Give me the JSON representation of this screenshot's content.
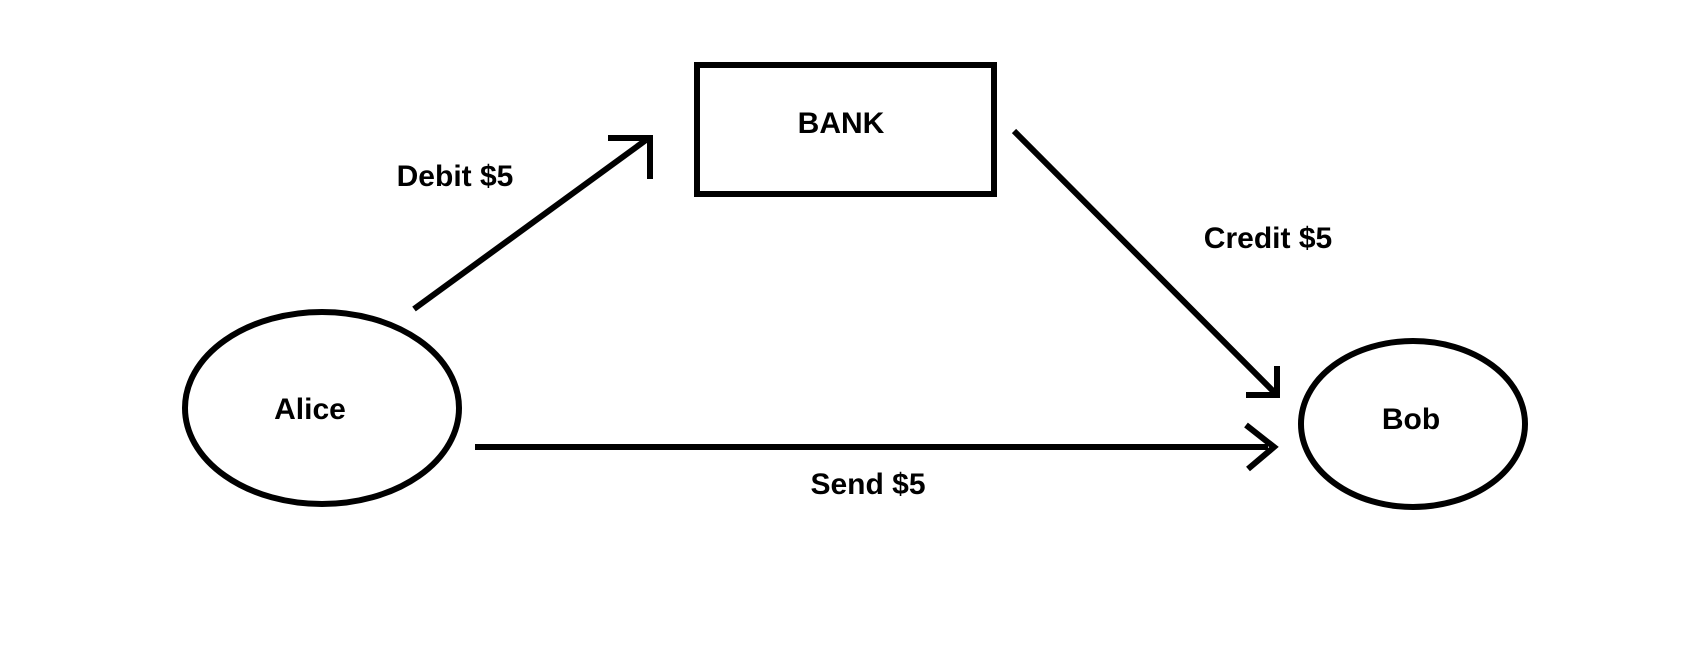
{
  "diagram": {
    "type": "flow-diagram",
    "background_color": "#ffffff",
    "stroke_color": "#000000",
    "nodes": [
      {
        "id": "alice",
        "label": "Alice",
        "shape": "ellipse"
      },
      {
        "id": "bank",
        "label": "BANK",
        "shape": "rectangle"
      },
      {
        "id": "bob",
        "label": "Bob",
        "shape": "ellipse"
      }
    ],
    "edges": [
      {
        "from": "alice",
        "to": "bank",
        "label": "Debit $5",
        "direction": "up-right"
      },
      {
        "from": "bank",
        "to": "bob",
        "label": "Credit $5",
        "direction": "down-right"
      },
      {
        "from": "alice",
        "to": "bob",
        "label": "Send $5",
        "direction": "right"
      }
    ]
  }
}
